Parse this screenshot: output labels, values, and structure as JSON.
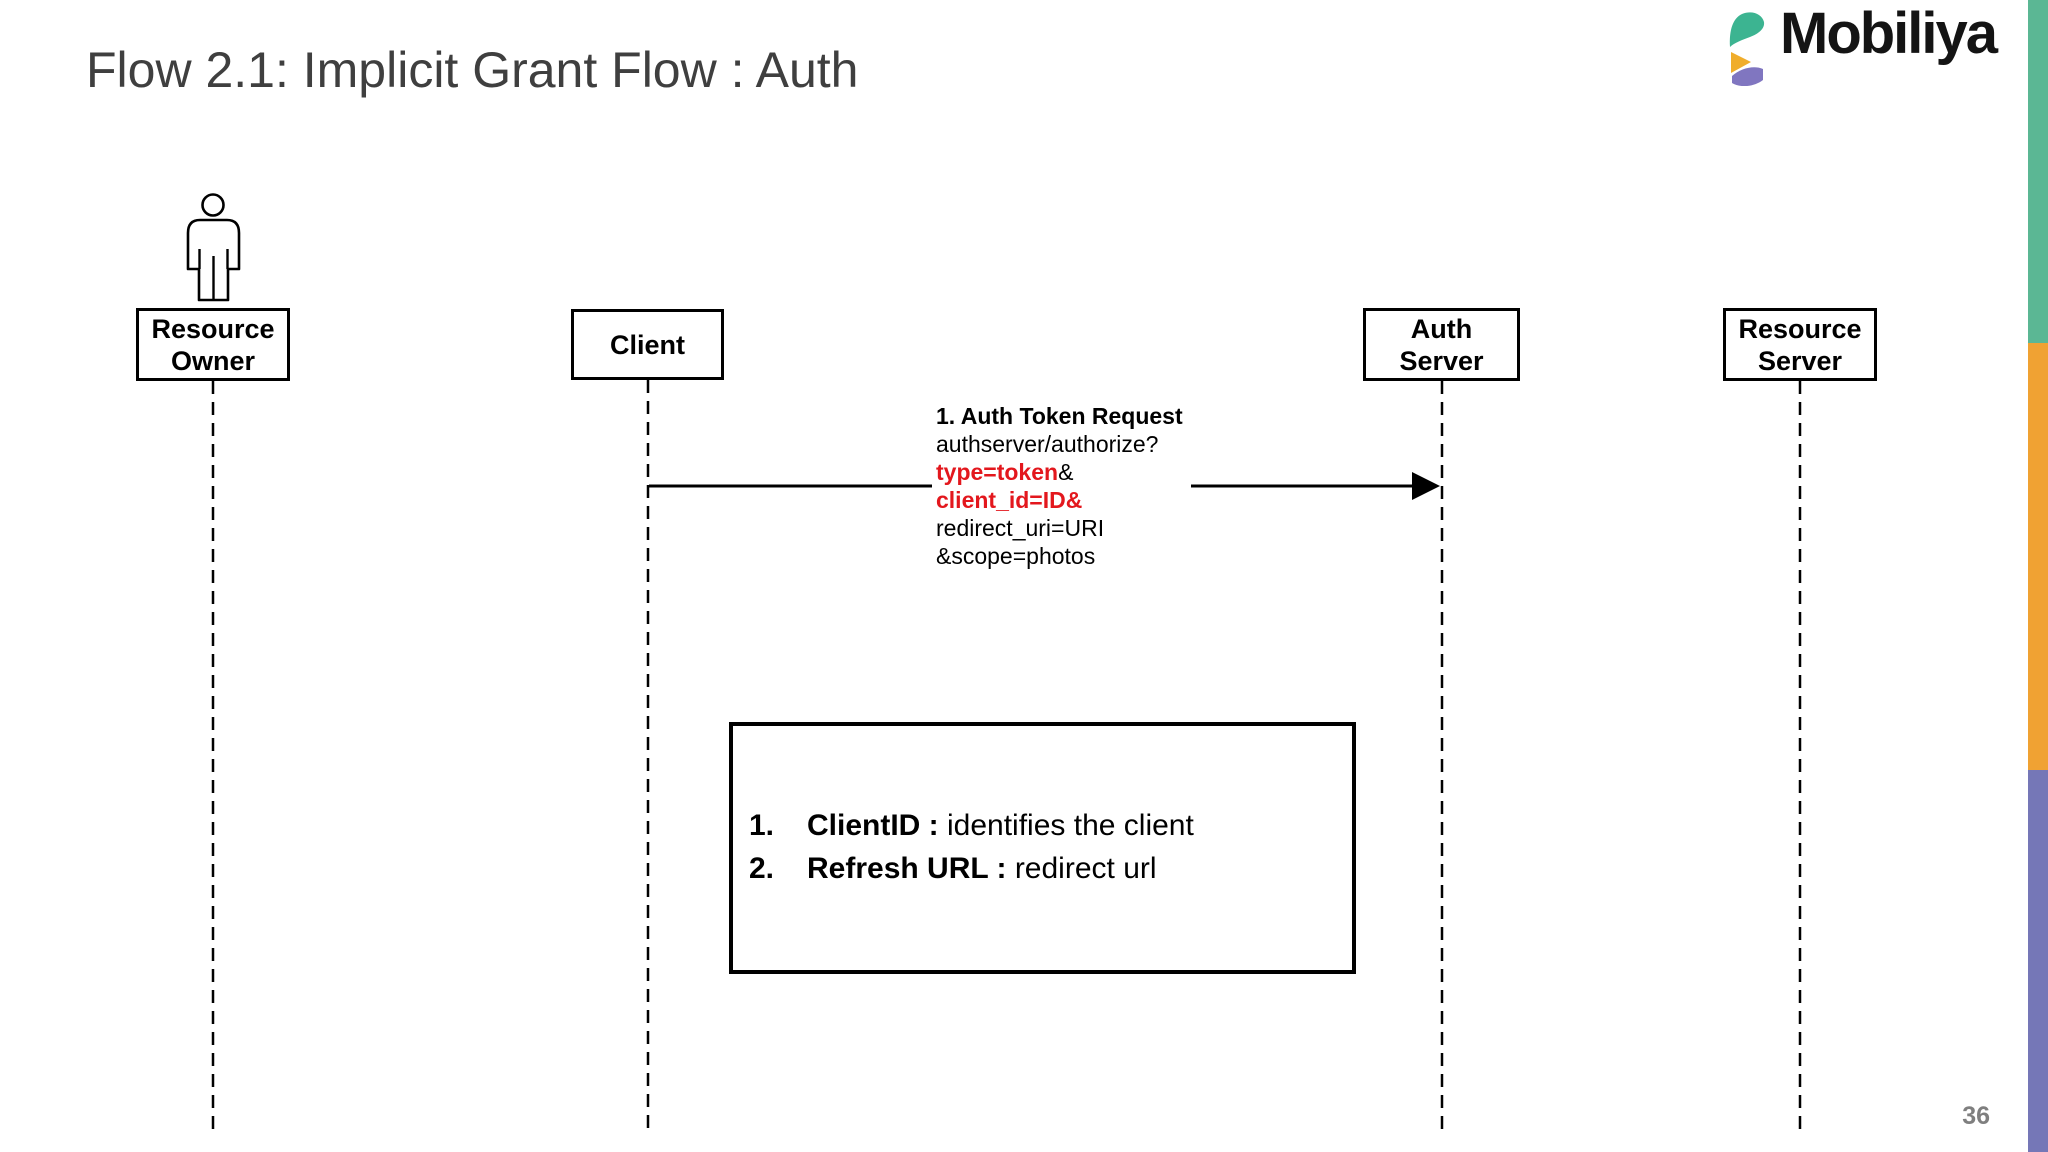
{
  "slide": {
    "title": "Flow 2.1: Implicit Grant Flow : Auth",
    "page_number": "36"
  },
  "logo": {
    "text": "Mobiliya"
  },
  "icons": {
    "actor": "person-outline-icon",
    "logo_mark": "mobiliya-leaf-mark",
    "message_arrow": "solid-right-arrow"
  },
  "actors": {
    "resource_owner": {
      "line1": "Resource",
      "line2": "Owner"
    },
    "client": {
      "line1": "Client"
    },
    "auth_server": {
      "line1": "Auth",
      "line2": "Server"
    },
    "resource_server": {
      "line1": "Resource",
      "line2": "Server"
    }
  },
  "message": {
    "line1": "1. Auth Token Request",
    "line2": "authserver/authorize?",
    "line3_red": "type=token",
    "line3_rest": "&",
    "line4": "client_id=ID&",
    "line5": "redirect_uri=URI",
    "line6": "&scope=photos",
    "from": "Client",
    "to": "Auth Server"
  },
  "note": {
    "item1_num": "1.",
    "item1_term": "ClientID :",
    "item1_desc": " identifies the client",
    "item2_num": "2.",
    "item2_term": "Refresh URL :",
    "item2_desc": " redirect url"
  },
  "colors": {
    "title-gray": "#3f3f3f",
    "page-gray": "#7f7f7f",
    "accent-red": "#e3171d",
    "bar-green": "#5bb794",
    "bar-orange": "#f0a233",
    "bar-purple": "#7577b7",
    "logo-green": "#3cb491",
    "logo-yellow": "#f0ad2c",
    "logo-purple": "#8076c0"
  }
}
